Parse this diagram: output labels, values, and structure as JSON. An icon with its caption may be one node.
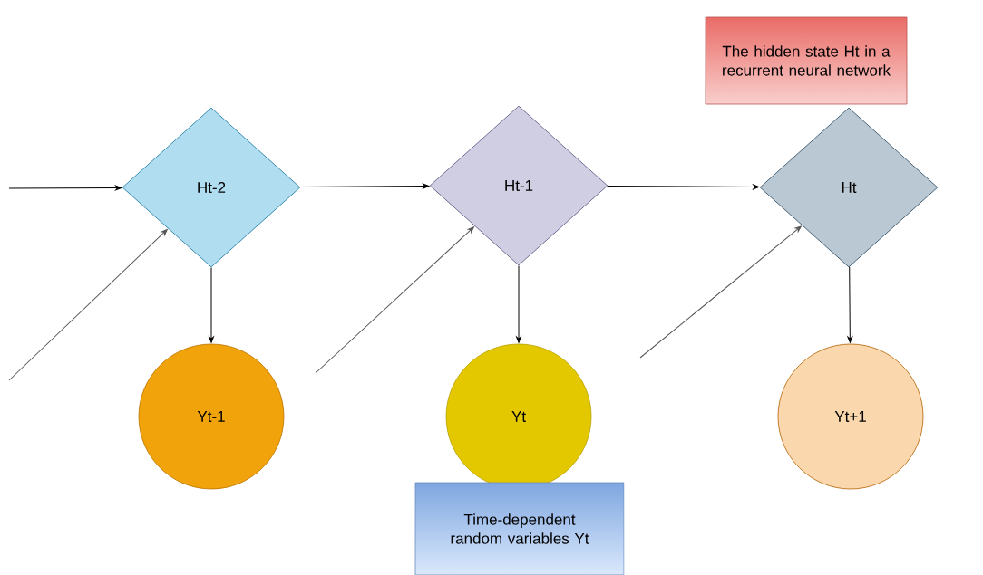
{
  "diagram": {
    "nodes": [
      {
        "text": [
          "The hidden state Ht in a recurrent neural network"
        ]
      },
      {
        "text": [
          "Ht-2"
        ]
      },
      {
        "text": [
          "Ht-1"
        ]
      },
      {
        "text": [
          "Ht"
        ]
      },
      {
        "text": [
          "Yt-1"
        ]
      },
      {
        "text": [
          "Yt"
        ]
      },
      {
        "text": [
          "Yt+1"
        ]
      },
      {
        "text": [
          "Time-dependent random variables Yt"
        ]
      }
    ],
    "edges": [
      {
        "from": null,
        "to": 1,
        "arrow": "to"
      },
      {
        "from": 1,
        "to": 2,
        "arrow": "to"
      },
      {
        "from": 2,
        "to": 3,
        "arrow": "to"
      },
      {
        "from": 1,
        "to": 4,
        "arrow": "to"
      },
      {
        "from": 2,
        "to": 5,
        "arrow": "to"
      },
      {
        "from": 3,
        "to": 6,
        "arrow": "to"
      },
      {
        "from": null,
        "to": 1,
        "arrow": "to",
        "color": "#555555"
      },
      {
        "from": null,
        "to": 2,
        "arrow": "to",
        "color": "#555555"
      },
      {
        "from": null,
        "to": 3,
        "arrow": "to",
        "color": "#555555"
      }
    ]
  }
}
